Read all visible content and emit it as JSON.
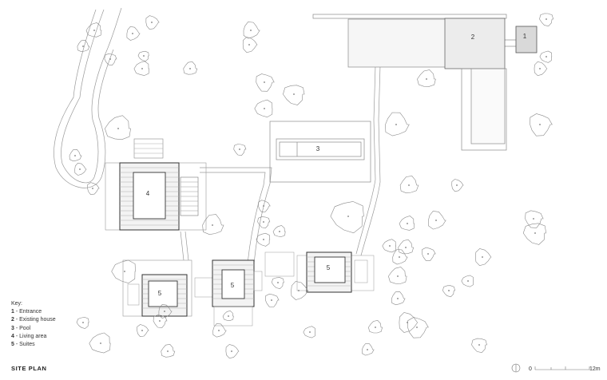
{
  "title": "SITE PLAN",
  "key": {
    "heading": "Key:",
    "items": [
      {
        "num": "1",
        "label": "Entrance"
      },
      {
        "num": "2",
        "label": "Existing house"
      },
      {
        "num": "3",
        "label": "Pool"
      },
      {
        "num": "4",
        "label": "Living area"
      },
      {
        "num": "5",
        "label": "Suites"
      }
    ]
  },
  "scale": {
    "zero": "0",
    "end": "12m"
  },
  "plan_labels": {
    "entrance": "1",
    "existing_house": "2",
    "pool": "3",
    "living_area": "4",
    "suite_a": "5",
    "suite_b": "5",
    "suite_c": "5"
  },
  "colors": {
    "line": "#8a8a8a",
    "dark": "#444444",
    "fill_house": "#ececec",
    "fill_entrance": "#d9d9d9"
  }
}
